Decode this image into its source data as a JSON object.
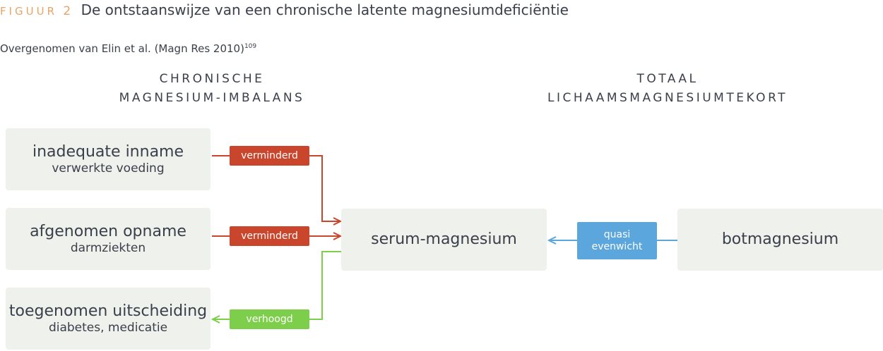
{
  "figure": {
    "label": "FIGUUR",
    "number": "2",
    "title": "De ontstaanswijze van een chronische latente magnesiumdeficiëntie"
  },
  "source": {
    "text": "Overgenomen van Elin et al. (Magn Res 2010)",
    "ref": "109"
  },
  "headings": {
    "left": {
      "line1": "CHRONISCHE",
      "line2": "MAGNESIUM-IMBALANS"
    },
    "right": {
      "line1": "TOTAAL",
      "line2": "LICHAAMSMAGNESIUMTEKORT"
    }
  },
  "boxes": {
    "intake": {
      "main": "inadequate inname",
      "sub": "verwerkte voeding"
    },
    "absorption": {
      "main": "afgenomen opname",
      "sub": "darmziekten"
    },
    "excretion": {
      "main": "toegenomen uitscheiding",
      "sub": "diabetes, medicatie"
    },
    "serum": {
      "main": "serum-magnesium"
    },
    "bone": {
      "main": "botmagnesium"
    }
  },
  "tags": {
    "intake": "verminderd",
    "absorption": "verminderd",
    "excretion": "verhoogd",
    "bone_line1": "quasi",
    "bone_line2": "evenwicht"
  },
  "colors": {
    "decrease": "#c9452b",
    "increase": "#7dce4b",
    "equilibrium": "#5aa6dd",
    "box_fill": "#eef1ec",
    "accent": "#e8a468"
  }
}
